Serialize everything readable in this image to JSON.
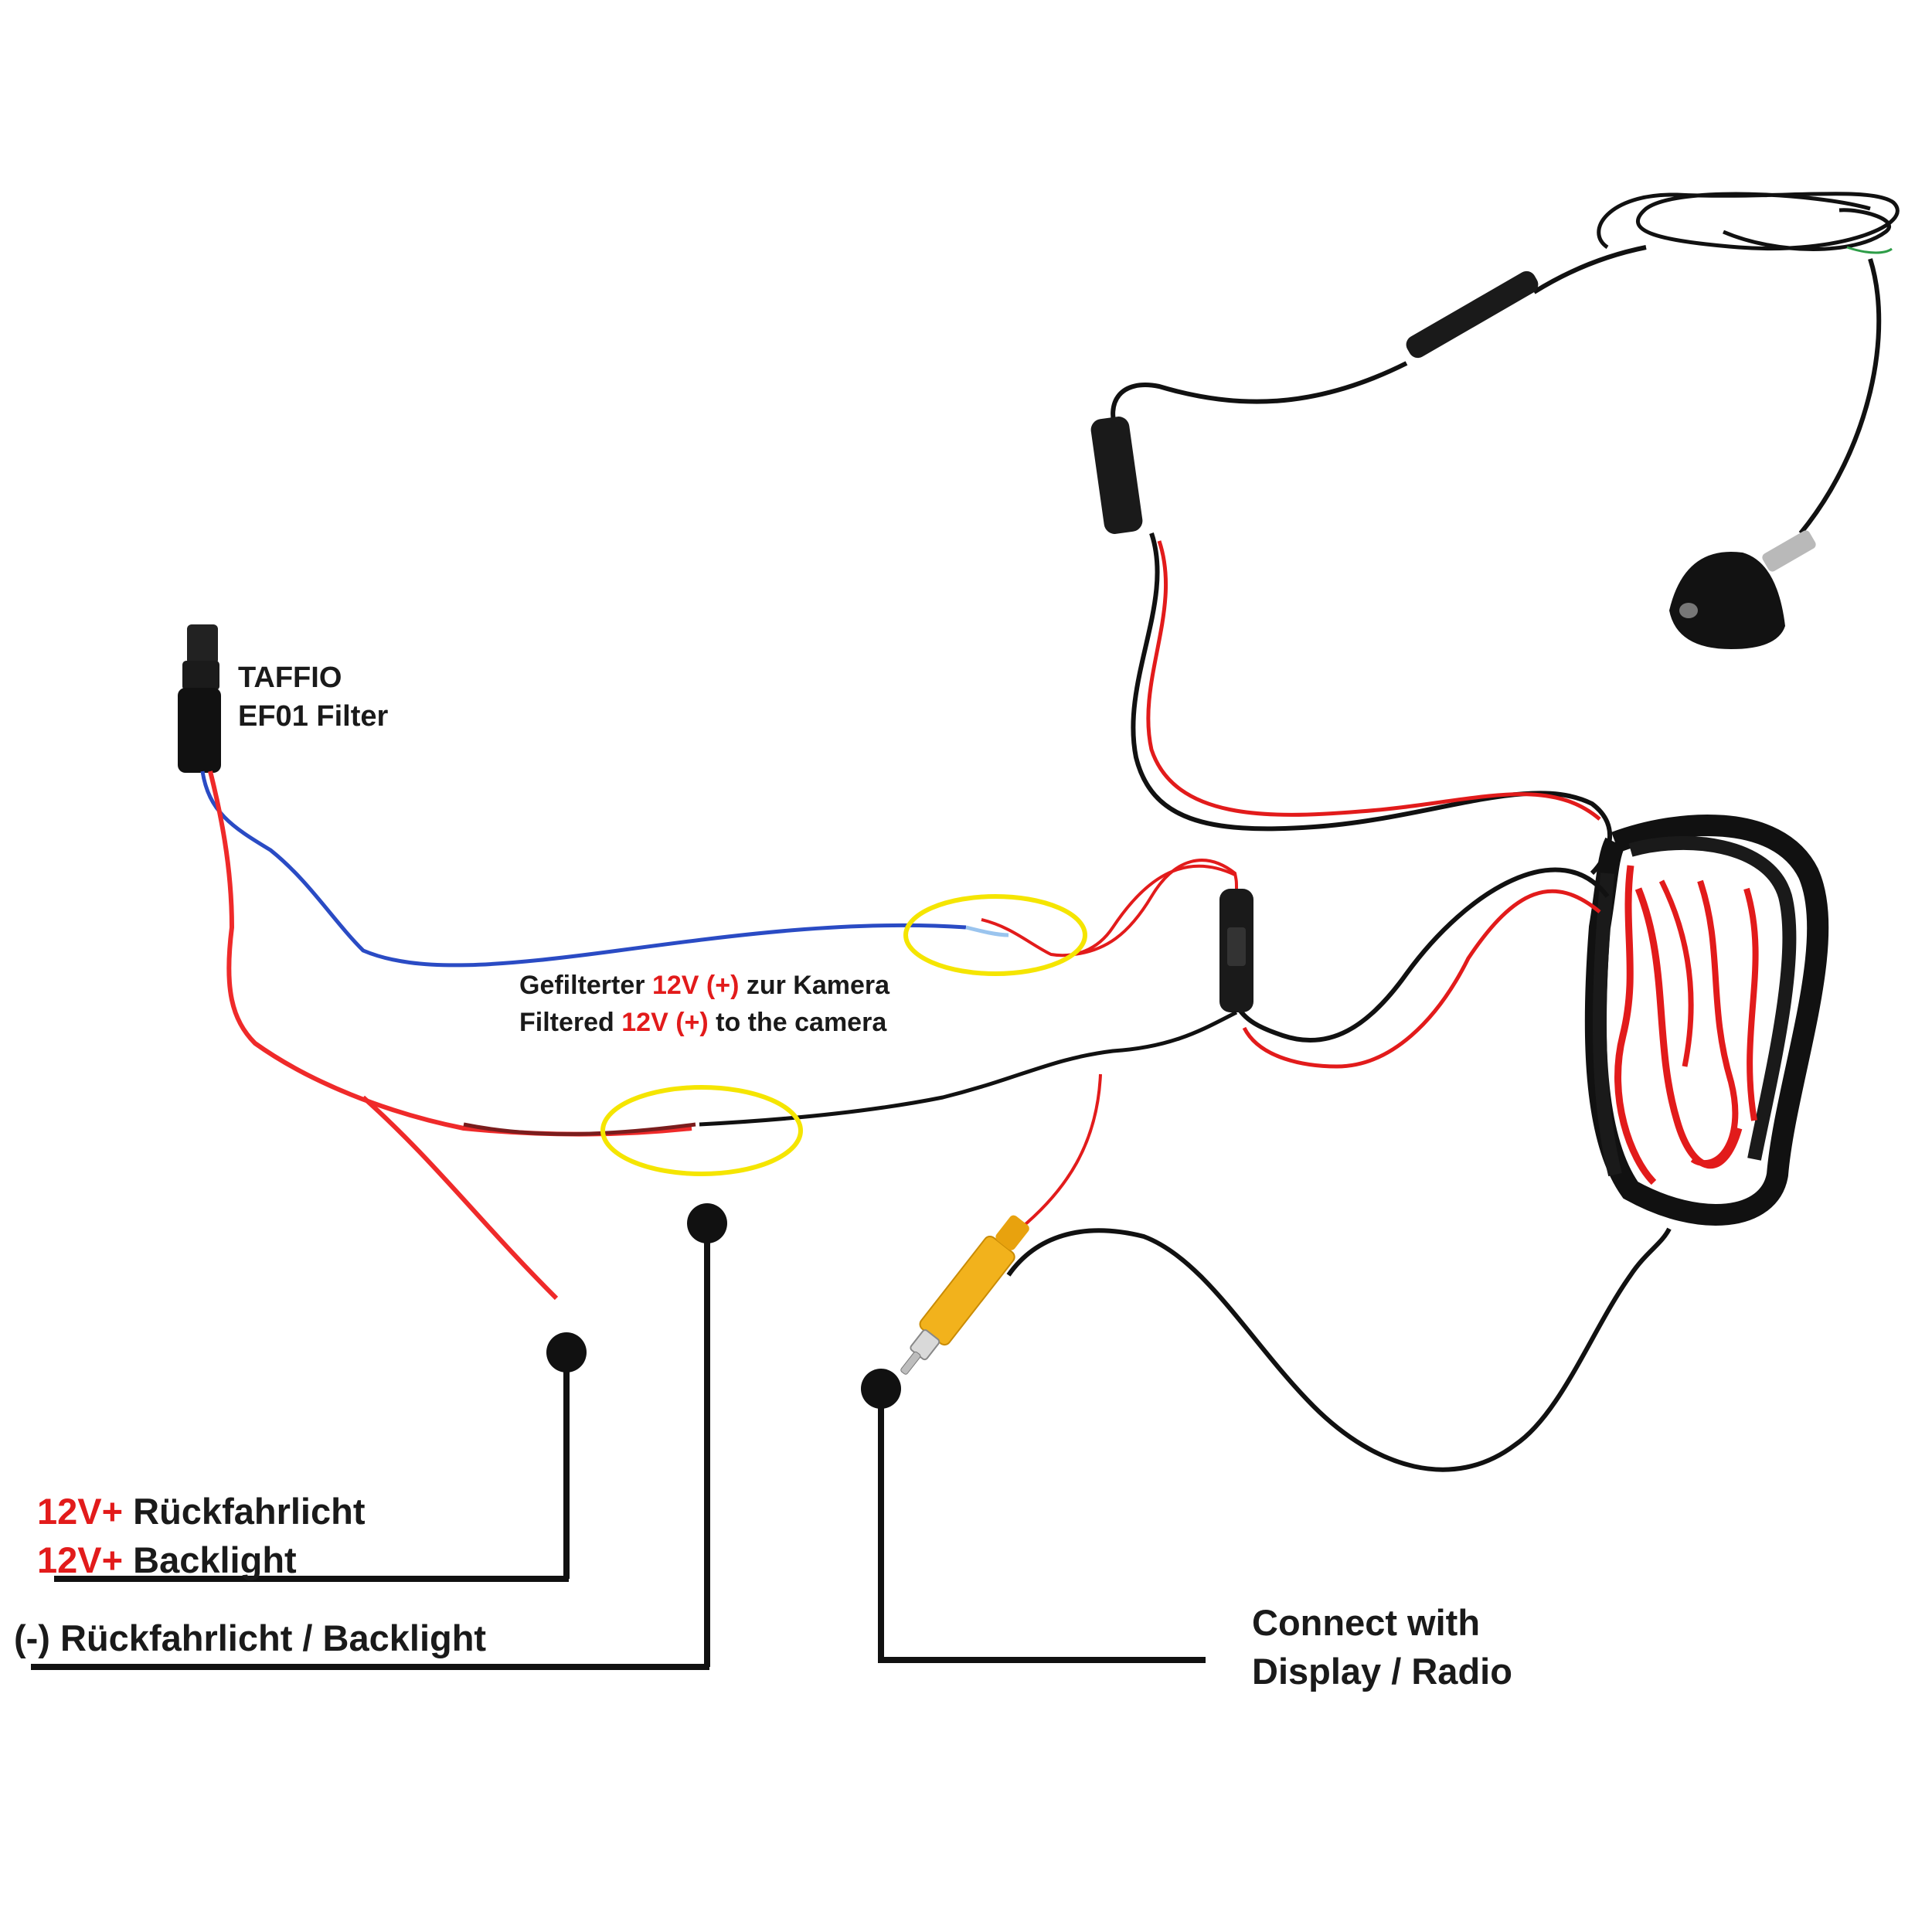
{
  "filter": {
    "line1": "TAFFIO",
    "line2": "EF01 Filter"
  },
  "filtered": {
    "de_pre": "Gefilterter ",
    "de_red": "12V (+)",
    "de_post": " zur Kamera",
    "en_pre": "Filtered ",
    "en_red": "12V (+)",
    "en_post": " to the camera"
  },
  "backlight": {
    "red1": "12V+",
    "rest1": " Rückfahrlicht",
    "red2": "12V+",
    "rest2": " Backlight"
  },
  "ground": {
    "label": "(-) Rückfahrlicht / Backlight"
  },
  "display": {
    "line1": "Connect with",
    "line2": "Display / Radio"
  },
  "colors": {
    "wire_red": "#e21b1b",
    "wire_black": "#111111",
    "wire_blue": "#2a4bc4",
    "highlight_ring": "#f5e500",
    "rca_plug": "#f2b21c"
  }
}
